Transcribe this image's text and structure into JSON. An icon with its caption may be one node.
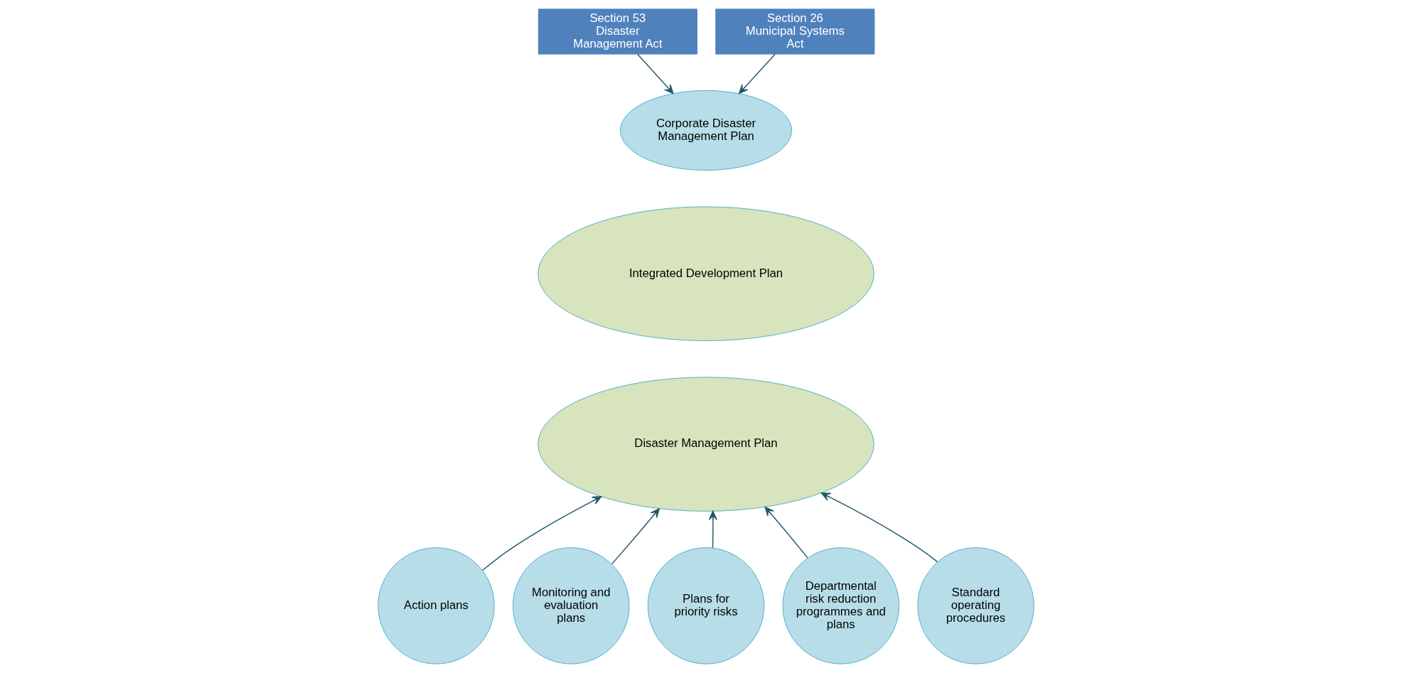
{
  "diagram": {
    "nodes": [
      {
        "text": [
          "Section 53 Disaster Management Act"
        ]
      },
      {
        "text": [
          "Section 26 Municipal Systems Act"
        ]
      },
      {
        "text": [
          "Integrated Development Plan"
        ]
      },
      {
        "text": [
          "Corporate Disaster Management Plan"
        ]
      },
      {
        "text": [
          "Disaster Management Plan"
        ]
      },
      {
        "text": [
          "Action plans"
        ]
      },
      {
        "text": [
          "Monitoring and evaluation plans"
        ]
      },
      {
        "text": [
          "Plans for priority risks"
        ]
      },
      {
        "text": [
          "Departmental risk reduction programmes and plans"
        ]
      },
      {
        "text": [
          "Standard operating procedures"
        ]
      }
    ],
    "edges": [
      {
        "from": 0,
        "to": 3,
        "arrow": "to"
      },
      {
        "from": 1,
        "to": 3,
        "arrow": "to"
      },
      {
        "from": 5,
        "to": 4,
        "arrow": "to"
      },
      {
        "from": 6,
        "to": 4,
        "arrow": "to"
      },
      {
        "from": 7,
        "to": 4,
        "arrow": "to"
      },
      {
        "from": 8,
        "to": 4,
        "arrow": "to"
      },
      {
        "from": 9,
        "to": 4,
        "arrow": "to"
      }
    ]
  }
}
